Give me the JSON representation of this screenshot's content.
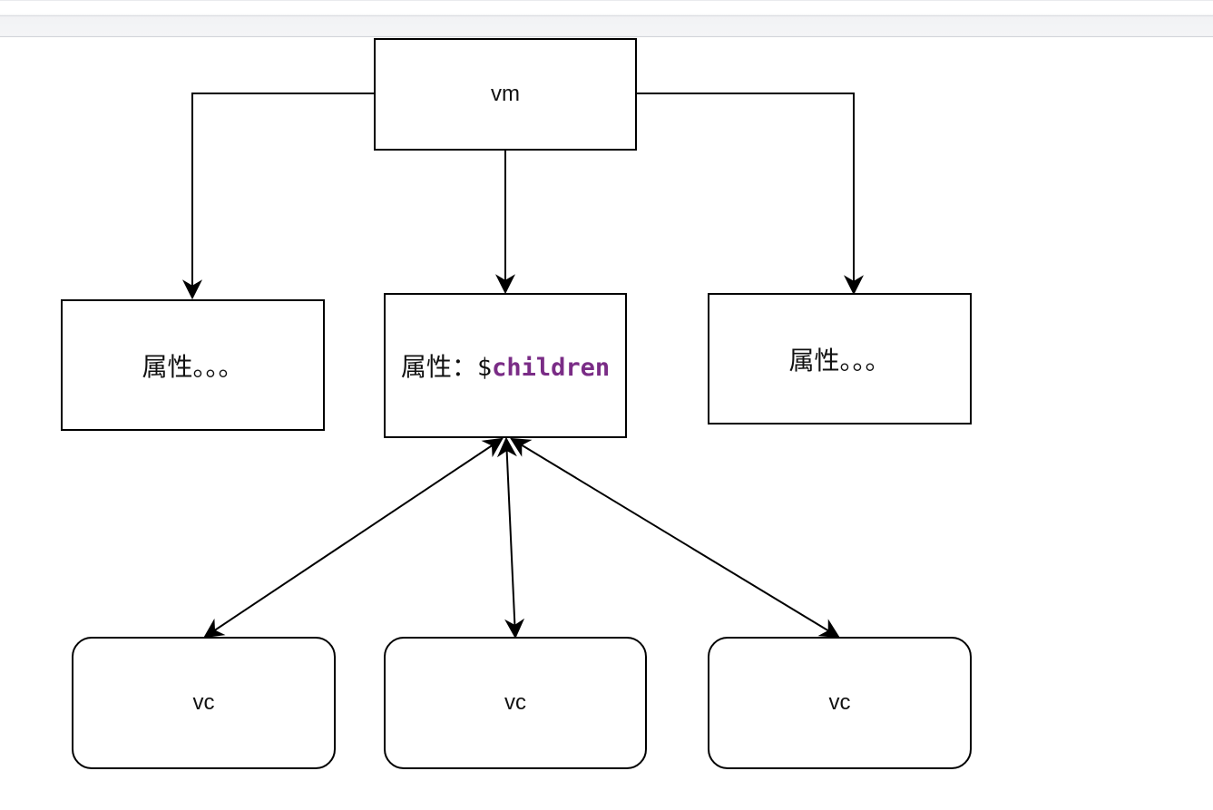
{
  "colors": {
    "stroke": "#000000",
    "background": "#ffffff",
    "code_keyword": "#7a2c86"
  },
  "nodes": {
    "vm": {
      "label": "vm"
    },
    "prop_left": {
      "label": "属性。。。"
    },
    "prop_middle": {
      "label_prefix": "属性：",
      "label_dollar": "$",
      "label_code": "children"
    },
    "prop_right": {
      "label": "属性。。。"
    },
    "vc_left": {
      "label": "vc"
    },
    "vc_middle": {
      "label": "vc"
    },
    "vc_right": {
      "label": "vc"
    }
  },
  "edges": [
    {
      "from": "vm",
      "to": "prop_left",
      "arrow": "end"
    },
    {
      "from": "vm",
      "to": "prop_middle",
      "arrow": "end"
    },
    {
      "from": "vm",
      "to": "prop_right",
      "arrow": "end"
    },
    {
      "from": "prop_middle",
      "to": "vc_left",
      "arrow": "both"
    },
    {
      "from": "prop_middle",
      "to": "vc_middle",
      "arrow": "both"
    },
    {
      "from": "prop_middle",
      "to": "vc_right",
      "arrow": "both"
    }
  ]
}
